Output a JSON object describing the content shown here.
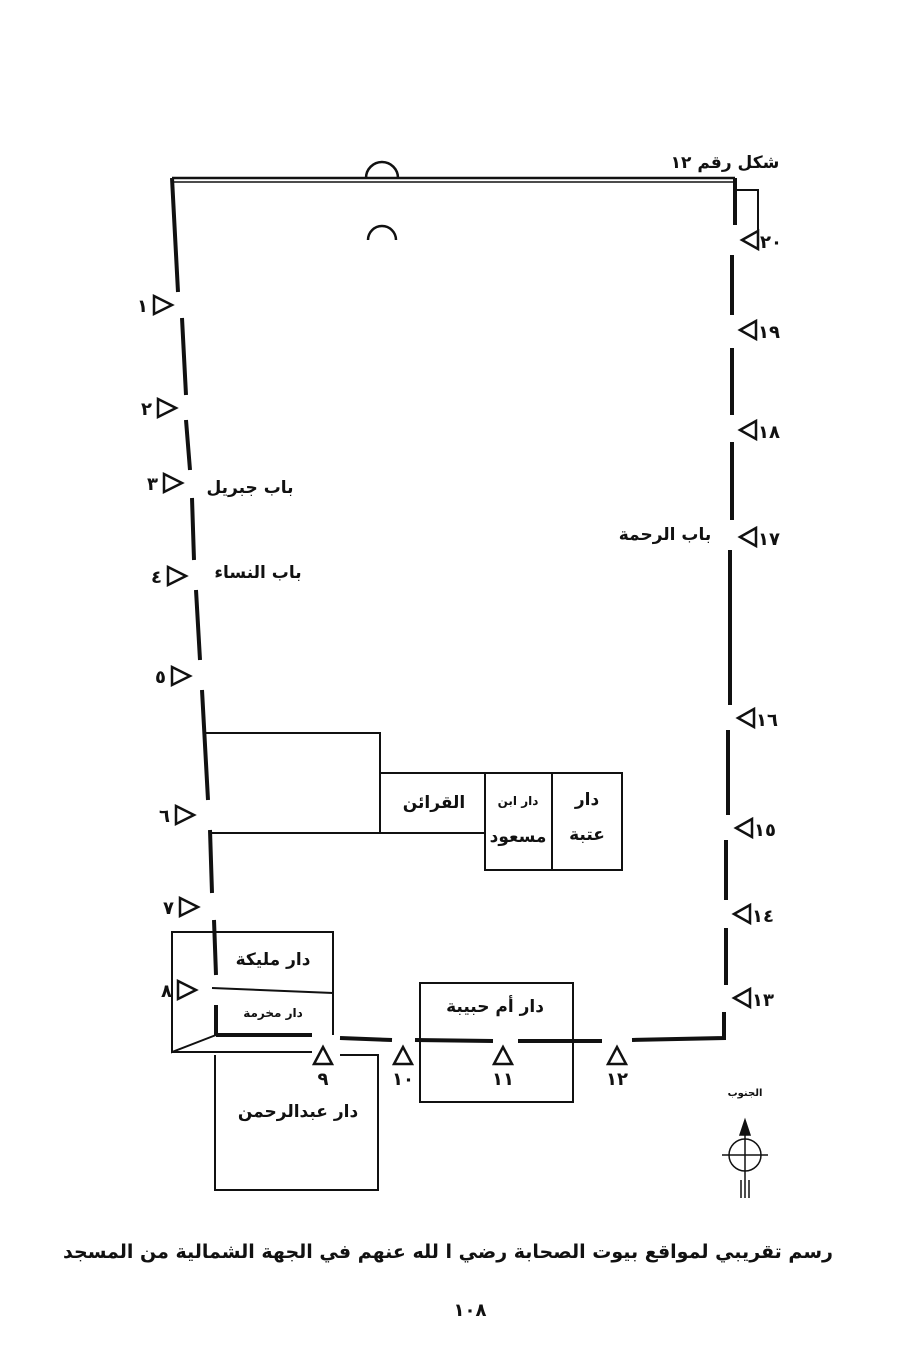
{
  "figure_title": "شكل رقم ١٢",
  "caption": "رسم تقريبي لمواقع بيوت الصحابة رضي ا لله عنهم في الجهة الشمالية من المسجد",
  "page_number": "١٠٨",
  "compass_label": "الجنوب",
  "gates": {
    "jibril": "باب جبريل",
    "nisa": "باب النساء",
    "rahma": "باب الرحمة"
  },
  "buildings": {
    "qaraen": "القرائن",
    "ibn_masud_top": "دار ابن",
    "ibn_masud_bottom": "مسعود",
    "utba_top": "دار",
    "utba_bottom": "عتبة",
    "mulaika": "دار مليكة",
    "makhrama": "دار مخرمة",
    "umm_habiba": "دار أم حبيبة",
    "abdulrahman": "دار عبدالرحمن"
  },
  "doors": {
    "left": [
      "١",
      "٢",
      "٣",
      "٤",
      "٥",
      "٦",
      "٧",
      "٨"
    ],
    "bottom": [
      "٩",
      "١٠",
      "١١",
      "١٢"
    ],
    "right": [
      "١٣",
      "١٤",
      "١٥",
      "١٦",
      "١٧",
      "١٨",
      "١٩",
      "٢٠"
    ]
  }
}
